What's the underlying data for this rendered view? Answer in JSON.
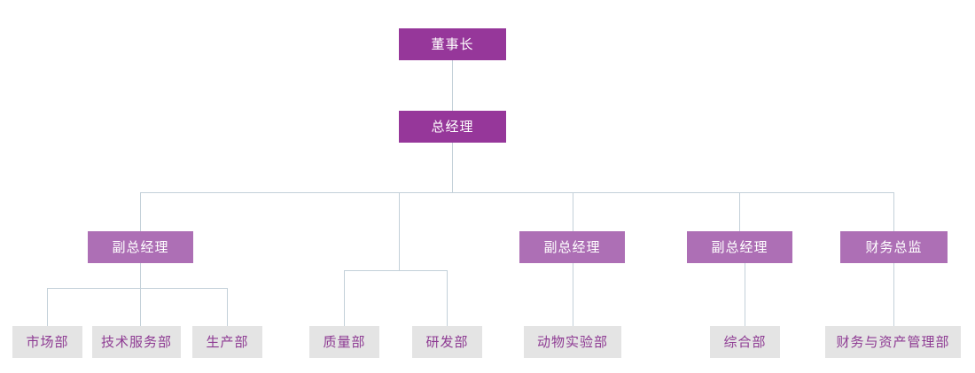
{
  "chart": {
    "title": "",
    "type": "org-chart",
    "colors": {
      "level1_box": "#96379a",
      "level2_box": "#96379a",
      "level3_box": "#ad6fb5",
      "level4_box": "#e4e4e4",
      "level4_text": "#8e3b93",
      "box_text": "#ffffff",
      "connector_line": "#c3d0d9",
      "background": "#ffffff"
    }
  },
  "nodes": {
    "chairman": {
      "label": "董事长"
    },
    "general_manager": {
      "label": "总经理"
    },
    "vp_1": {
      "label": "副总经理"
    },
    "vp_2": {
      "label": "副总经理"
    },
    "vp_3": {
      "label": "副总经理"
    },
    "cfo": {
      "label": "财务总监"
    },
    "dept_marketing": {
      "label": "市场部"
    },
    "dept_tech_service": {
      "label": "技术服务部"
    },
    "dept_production": {
      "label": "生产部"
    },
    "dept_quality": {
      "label": "质量部"
    },
    "dept_rnd": {
      "label": "研发部"
    },
    "dept_animal_lab": {
      "label": "动物实验部"
    },
    "dept_general_affairs": {
      "label": "综合部"
    },
    "dept_finance_asset": {
      "label": "财务与资产管理部"
    }
  }
}
